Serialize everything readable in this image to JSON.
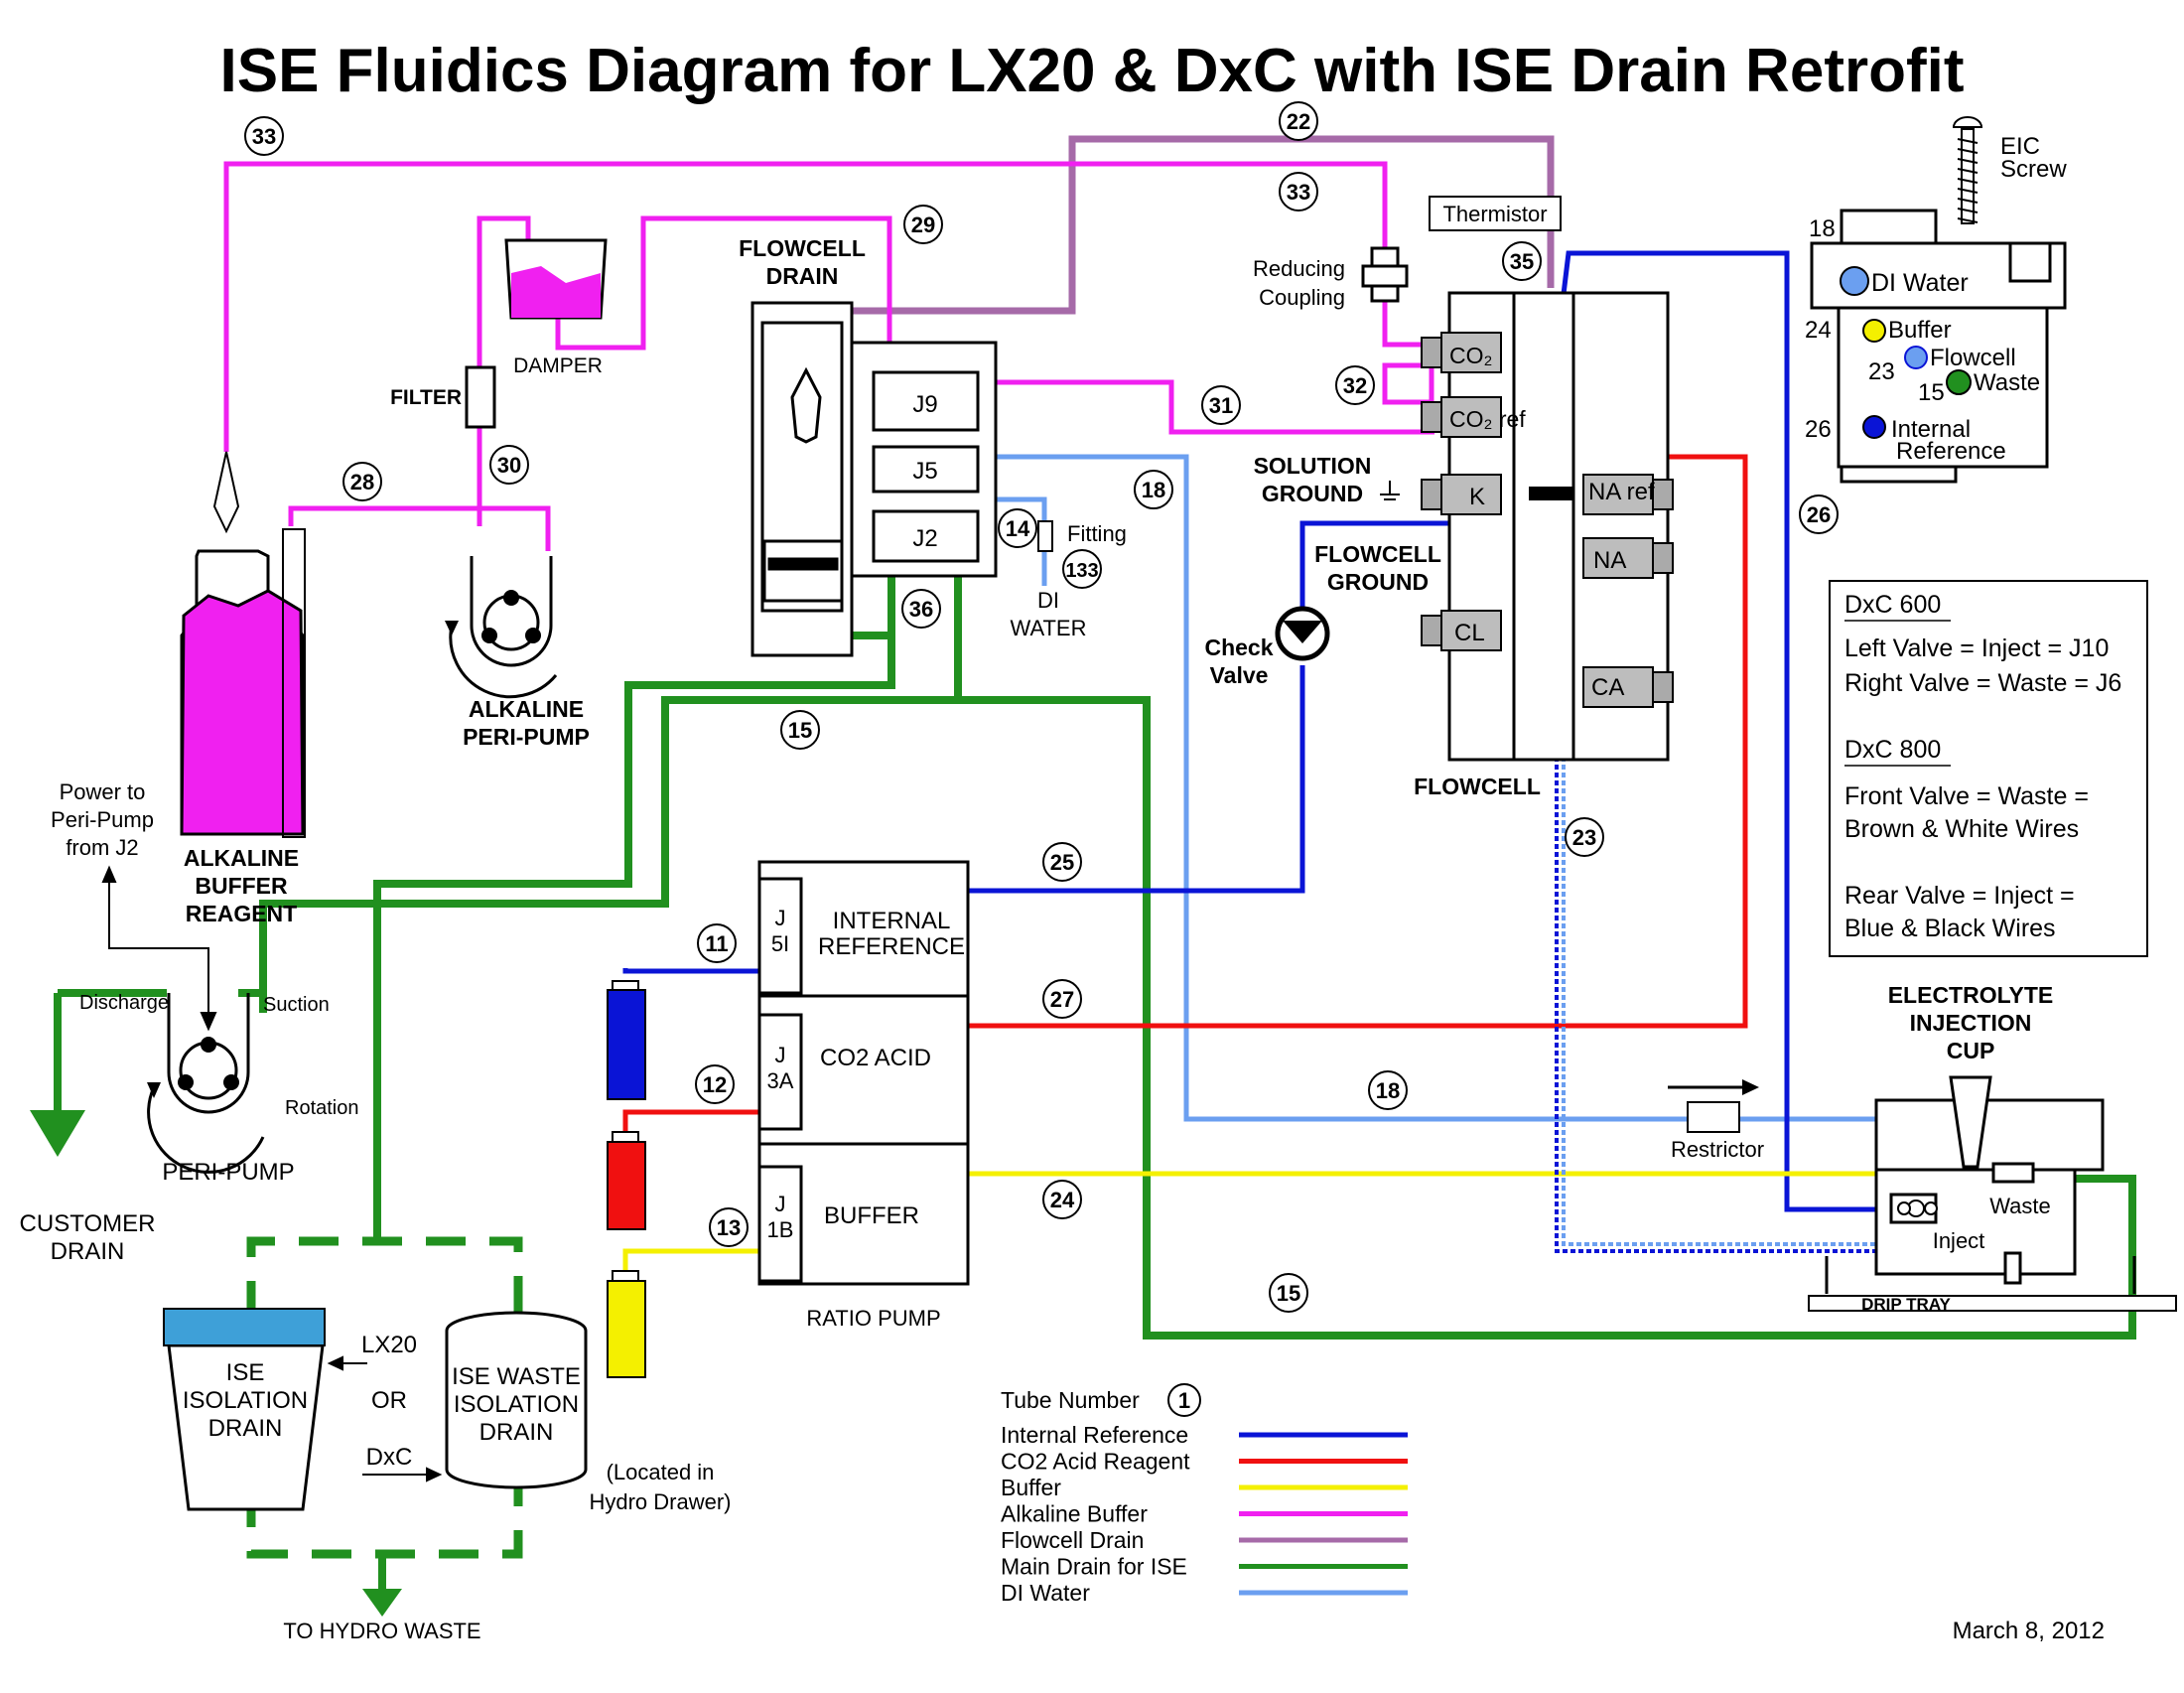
{
  "title": "ISE Fluidics Diagram for LX20 & DxC with ISE Drain Retrofit",
  "date": "March 8, 2012",
  "colors": {
    "internal_reference": "#0a14d6",
    "co2_acid": "#f01010",
    "buffer": "#f4f000",
    "alkaline_buffer": "#f020f0",
    "flowcell_drain": "#a66aa8",
    "main_drain": "#21901f",
    "di_water": "#6b9ff0"
  },
  "tube_numbers": [
    "33",
    "22",
    "33",
    "29",
    "35",
    "31",
    "32",
    "28",
    "30",
    "18",
    "14",
    "133",
    "36",
    "15",
    "26",
    "25",
    "11",
    "27",
    "12",
    "18",
    "24",
    "13",
    "15",
    "23"
  ],
  "labels": {
    "flowcell_drain_1": "FLOWCELL",
    "flowcell_drain_2": "DRAIN",
    "j9": "J9",
    "j5": "J5",
    "j2": "J2",
    "damper": "DAMPER",
    "filter": "FILTER",
    "reducing_1": "Reducing",
    "reducing_2": "Coupling",
    "thermistor": "Thermistor",
    "alkaline_peri_1": "ALKALINE",
    "alkaline_peri_2": "PERI-PUMP",
    "alk_reagent_1": "ALKALINE",
    "alk_reagent_2": "BUFFER",
    "alk_reagent_3": "REAGENT",
    "fitting": "Fitting",
    "di_water_1": "DI",
    "di_water_2": "WATER",
    "solution_ground_1": "SOLUTION",
    "solution_ground_2": "GROUND",
    "flowcell_ground_1": "FLOWCELL",
    "flowcell_ground_2": "GROUND",
    "check_valve_1": "Check",
    "check_valve_2": "Valve",
    "flowcell": "FLOWCELL",
    "co2": "CO₂",
    "co2ref": "CO₂ ref",
    "k": "K",
    "naref": "NA ref",
    "na": "NA",
    "cl": "CL",
    "ca": "CA",
    "eic_1": "EIC",
    "eic_2": "Screw",
    "di_water_bottle": "DI Water",
    "buffer_bottle": "Buffer",
    "flowcell_bottle": "Flowcell",
    "waste_bottle": "Waste",
    "internal_1": "Internal",
    "internal_2": "Reference",
    "n18": "18",
    "n24": "24",
    "n23": "23",
    "n15": "15",
    "n26": "26",
    "power_1": "Power to",
    "power_2": "Peri-Pump",
    "power_3": "from J2",
    "discharge": "Discharge",
    "suction": "Suction",
    "rotation": "Rotation",
    "peri_pump": "PERI-PUMP",
    "customer_1": "CUSTOMER",
    "customer_2": "DRAIN",
    "j5i_1": "J",
    "j5i_2": "5I",
    "internal_ref_1": "INTERNAL",
    "internal_ref_2": "REFERENCE",
    "j3a_1": "J",
    "j3a_2": "3A",
    "co2_acid": "CO2 ACID",
    "j1b_1": "J",
    "j1b_2": "1B",
    "buffer": "BUFFER",
    "ratio_pump": "RATIO PUMP",
    "iso_1": "ISE",
    "iso_2": "ISOLATION",
    "iso_3": "DRAIN",
    "lx20": "LX20",
    "or": "OR",
    "dxc": "DxC",
    "waste_iso_1": "ISE WASTE",
    "waste_iso_2": "ISOLATION",
    "waste_iso_3": "DRAIN",
    "located_1": "(Located in",
    "located_2": "Hydro Drawer)",
    "hydro_waste": "TO HYDRO WASTE",
    "restrictor": "Restrictor",
    "eic_cup_1": "ELECTROLYTE",
    "eic_cup_2": "INJECTION",
    "eic_cup_3": "CUP",
    "waste": "Waste",
    "inject": "Inject",
    "drip_tray": "DRIP TRAY"
  },
  "dxc_box": {
    "dxc600": "DxC 600",
    "line1": "Left Valve = Inject = J10",
    "line2": "Right Valve = Waste = J6",
    "dxc800": "DxC 800",
    "line3": "Front Valve = Waste =",
    "line4": "Brown & White Wires",
    "line5": "Rear Valve = Inject =",
    "line6": "Blue & Black Wires"
  },
  "legend": {
    "tube_number": "Tube Number",
    "tube_number_example": "1",
    "items": [
      {
        "label": "Internal Reference",
        "color": "#0a14d6"
      },
      {
        "label": "CO2 Acid Reagent",
        "color": "#f01010"
      },
      {
        "label": "Buffer",
        "color": "#f4f000"
      },
      {
        "label": "Alkaline Buffer",
        "color": "#f020f0"
      },
      {
        "label": "Flowcell Drain",
        "color": "#a66aa8"
      },
      {
        "label": "Main Drain for ISE",
        "color": "#21901f"
      },
      {
        "label": "DI Water",
        "color": "#6b9ff0"
      }
    ]
  }
}
